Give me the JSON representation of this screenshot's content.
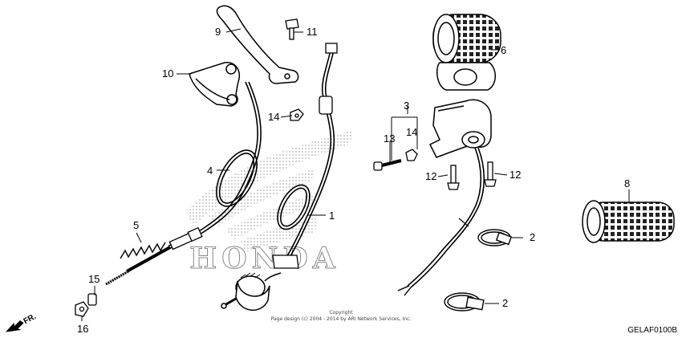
{
  "diagram": {
    "watermark_brand": "HONDA",
    "callouts": {
      "c1": "1",
      "c2a": "2",
      "c2b": "2",
      "c3": "3",
      "c4": "4",
      "c5": "5",
      "c6": "6",
      "c8": "8",
      "c9": "9",
      "c10": "10",
      "c11": "11",
      "c12a": "12",
      "c12b": "12",
      "c13": "13",
      "c14a": "14",
      "c14b": "14",
      "c15": "15",
      "c16": "16"
    },
    "copyright_line1": "Copyright",
    "copyright_line2": "Page design (c) 2004 - 2014 by ARI Network Services, Inc.",
    "diagram_code": "GELAF0100B",
    "direction_label": "FR."
  }
}
